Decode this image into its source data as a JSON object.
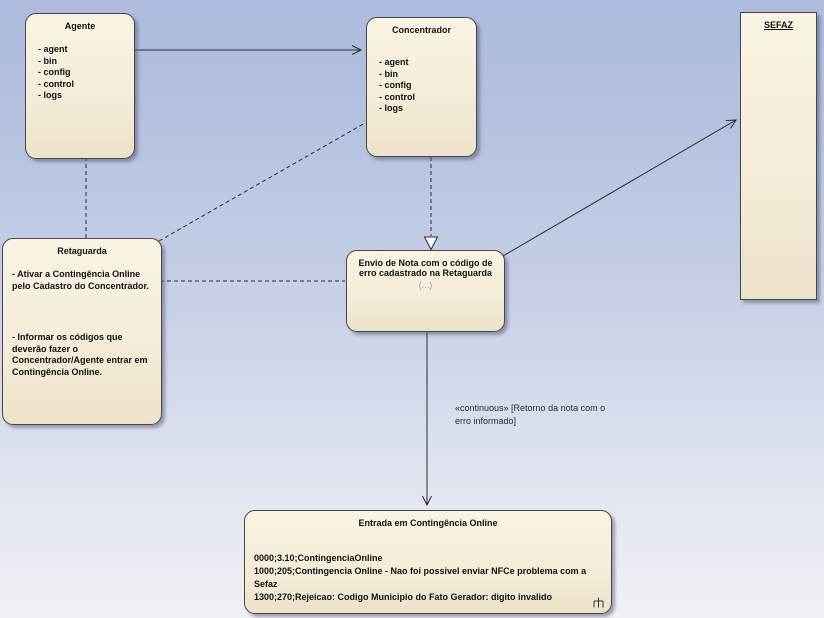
{
  "diagram": {
    "nodes": {
      "agente": {
        "title": "Agente",
        "items": [
          "- agent",
          "- bin",
          "- config",
          "- control",
          "- logs"
        ]
      },
      "concentrador": {
        "title": "Concentrador",
        "items": [
          "- agent",
          "- bin",
          "- config",
          "- control",
          "- logs"
        ]
      },
      "sefaz": {
        "title": "SEFAZ"
      },
      "retaguarda": {
        "title": "Retaguarda",
        "paragraph1": "- Ativar a Contingência Online pelo Cadastro do Concentrador.",
        "paragraph2": "- Informar os códigos que deverão fazer o Concentrador/Agente entrar em Contingência Online."
      },
      "envio": {
        "title": "Envio de Nota com o código de erro cadastrado na Retaguarda",
        "subtitle": "(...)"
      },
      "entrada": {
        "title": "Entrada em Contingência Online",
        "lines": [
          "0000;3.10;ContingenciaOnline",
          "1000;205;Contingencia Online - Nao foi possivel enviar NFCe problema com a Sefaz",
          "1300;270;Rejeicao: Codigo Municipio do Fato Gerador: digito invalido"
        ]
      }
    },
    "labels": {
      "continuous_line1": "«continuous» [Retorno da nota com o",
      "continuous_line2": "erro informado]"
    },
    "colors": {
      "node_fill": "#f6efdc",
      "node_border": "#474747",
      "background_top": "#adbade",
      "background_bottom": "#f0f1f6",
      "connector": "#2c2c2c",
      "subtitle_gray": "#9aa0ad"
    }
  }
}
